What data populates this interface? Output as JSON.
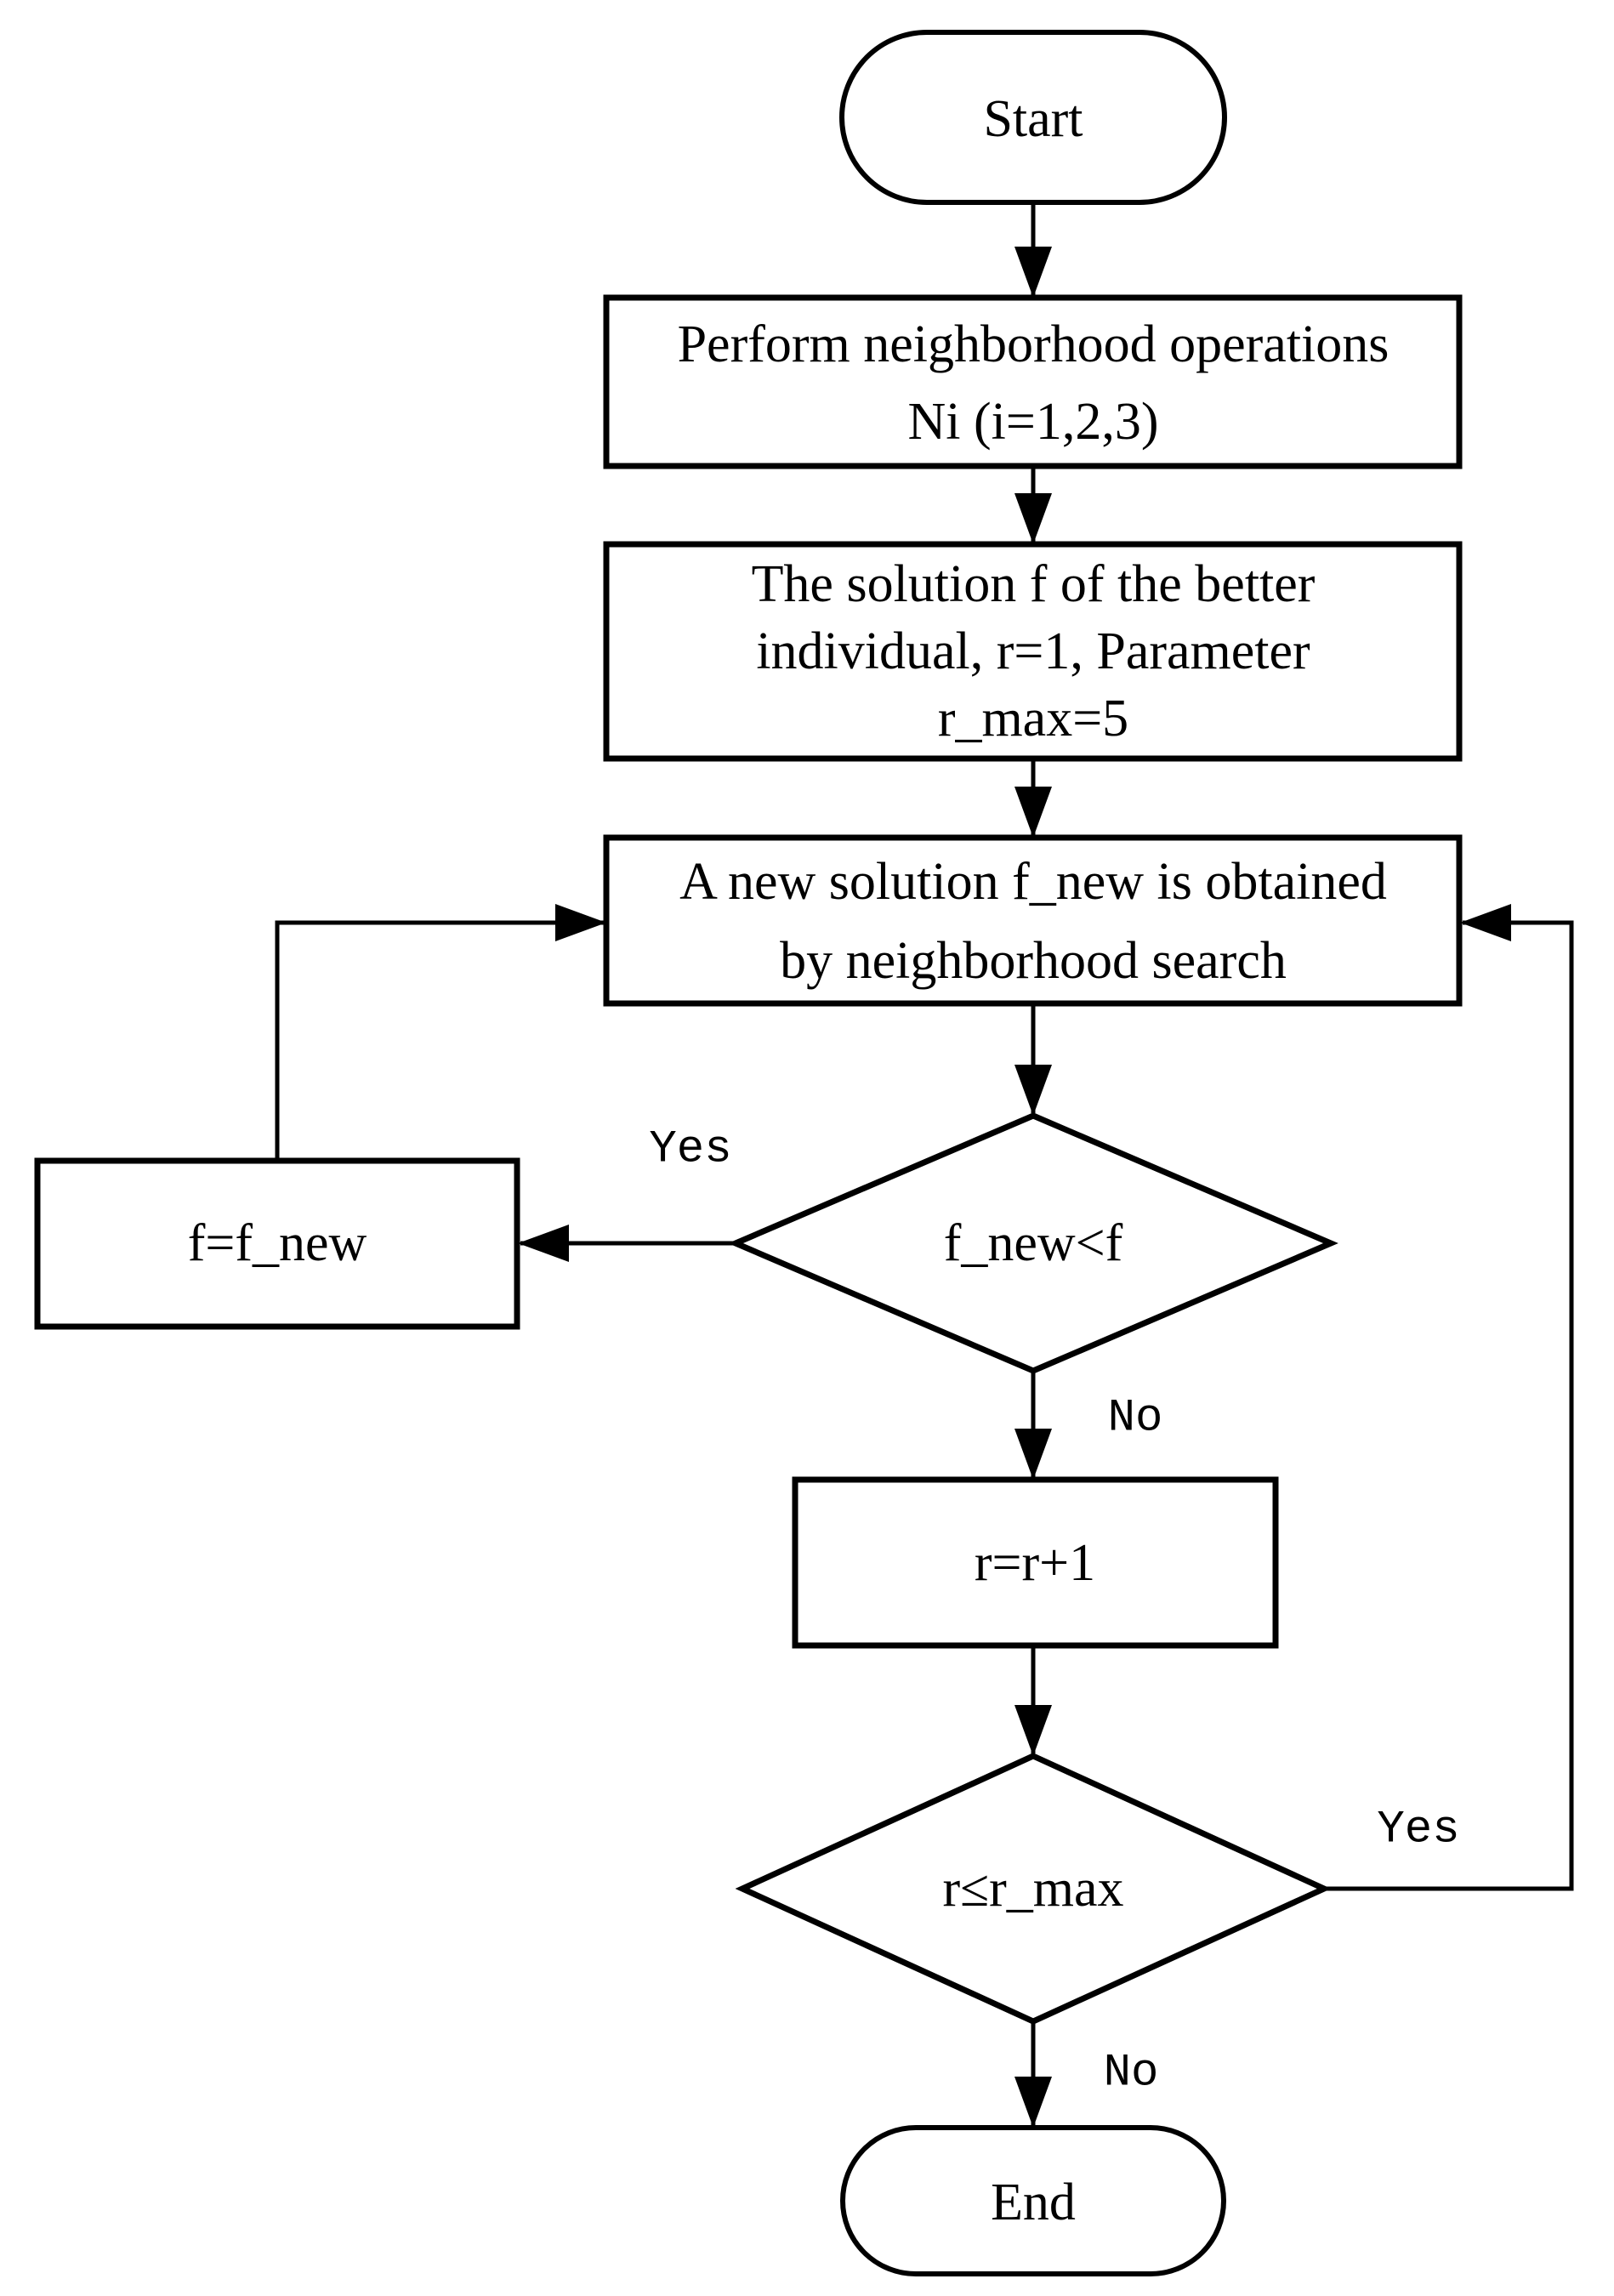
{
  "diagram": {
    "background_color": "#ffffff",
    "line_color": "#000000",
    "nodes": {
      "start": {
        "type": "terminator",
        "label": "Start"
      },
      "perform_ops": {
        "type": "process",
        "lines": [
          "Perform neighborhood operations",
          "Ni (i=1,2,3)"
        ]
      },
      "init_solution": {
        "type": "process",
        "lines": [
          "The solution f of the better",
          "individual, r=1, Parameter",
          "r_max=5"
        ]
      },
      "neighborhood_search": {
        "type": "process",
        "lines": [
          "A new solution f_new is obtained",
          "by neighborhood search"
        ]
      },
      "compare_decision": {
        "type": "decision",
        "label": "f_new<f"
      },
      "update_solution": {
        "type": "process",
        "label": "f=f_new"
      },
      "increment_r": {
        "type": "process",
        "label": "r=r+1"
      },
      "rmax_decision": {
        "type": "decision",
        "label": "r≤r_max"
      },
      "end": {
        "type": "terminator",
        "label": "End"
      }
    },
    "edge_labels": {
      "compare_yes": "Yes",
      "compare_no": "No",
      "rmax_yes": "Yes",
      "rmax_no": "No"
    }
  }
}
